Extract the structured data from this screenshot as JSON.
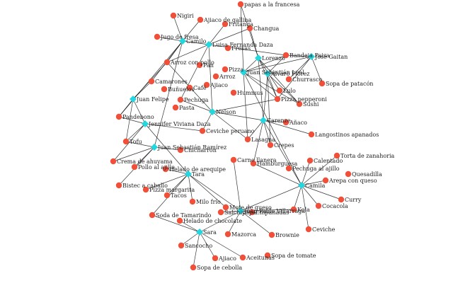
{
  "graph": {
    "colors": {
      "person": "#22d8e0",
      "food": "#f0503a",
      "edge": "#111111",
      "label": "#222222"
    },
    "people": [
      {
        "id": "camilo",
        "label": "Camilo"
      },
      {
        "id": "luisa",
        "label": "Luisa Fernanda Daza"
      },
      {
        "id": "lorenzo",
        "label": "Lorenzo"
      },
      {
        "id": "jose",
        "label": "José Gaitan"
      },
      {
        "id": "juanleal",
        "label": "Juan Sebastián Leal"
      },
      {
        "id": "alvaro",
        "label": "Álvaro Flórez"
      },
      {
        "id": "juanfelipe",
        "label": "Juan Felipe"
      },
      {
        "id": "nelson",
        "label": "Nelson"
      },
      {
        "id": "jennifer",
        "label": "Jennifer Viviana Daza"
      },
      {
        "id": "carenze",
        "label": "Carenze"
      },
      {
        "id": "juanramirez",
        "label": "Juan Sebastián Ramírez"
      },
      {
        "id": "tara",
        "label": "Tara"
      },
      {
        "id": "camila",
        "label": "Camila"
      },
      {
        "id": "juanpablo",
        "label": "Juan Pablo Villarraga"
      },
      {
        "id": "sara",
        "label": "Sara"
      }
    ],
    "foods": [
      {
        "id": "papas",
        "label": "papas a la francesa"
      },
      {
        "id": "nigiri",
        "label": "Nigiri"
      },
      {
        "id": "aji",
        "label": "Ajiaco de gallina"
      },
      {
        "id": "fritanga",
        "label": "Fritanga"
      },
      {
        "id": "changua",
        "label": "Changua"
      },
      {
        "id": "jugo",
        "label": "Jugo de fresa"
      },
      {
        "id": "bandeja",
        "label": "Bandeja Paisa"
      },
      {
        "id": "arroz",
        "label": "Arroz con pollo"
      },
      {
        "id": "sopapatacon",
        "label": "Sopa de patacón"
      },
      {
        "id": "camarones",
        "label": "Camarones"
      },
      {
        "id": "pizzapep",
        "label": "Pizza pepperoni"
      },
      {
        "id": "sushi",
        "label": "Sushi"
      },
      {
        "id": "pandebono",
        "label": "Pandebono"
      },
      {
        "id": "ajiaco2",
        "label": "Ajiaco"
      },
      {
        "id": "langostinos",
        "label": "Langostinos apanados"
      },
      {
        "id": "tofu",
        "label": "Tofu"
      },
      {
        "id": "crepes",
        "label": "Crepes"
      },
      {
        "id": "torta",
        "label": "Torta de zanahoria"
      },
      {
        "id": "crema",
        "label": "Crema de ahuyama"
      },
      {
        "id": "calentado",
        "label": "Calentado"
      },
      {
        "id": "hamburguesa",
        "label": "Hamburguesa"
      },
      {
        "id": "pollo",
        "label": "Pollo al ajillo"
      },
      {
        "id": "quesadilla",
        "label": "Quesadilla"
      },
      {
        "id": "arepa",
        "label": "Arepa con queso"
      },
      {
        "id": "bistec",
        "label": "Bistec a caballo"
      },
      {
        "id": "pizzamarg",
        "label": "Pizza margarita"
      },
      {
        "id": "curry",
        "label": "Curry"
      },
      {
        "id": "tacos",
        "label": "Tacos"
      },
      {
        "id": "cocacola",
        "label": "Cocacola"
      },
      {
        "id": "milo",
        "label": "Milo frío"
      },
      {
        "id": "soda",
        "label": "Soda de Tamarindo"
      },
      {
        "id": "heladochoc",
        "label": "Helado de chocolate"
      },
      {
        "id": "ceviche",
        "label": "Ceviche"
      },
      {
        "id": "mazorca",
        "label": "Mazorca"
      },
      {
        "id": "sancocho",
        "label": "Sancocho"
      },
      {
        "id": "sopatomate",
        "label": "Sopa de tomate"
      },
      {
        "id": "ajiaco3",
        "label": "Ajiaco"
      },
      {
        "id": "aceitunas",
        "label": "Aceitunas"
      },
      {
        "id": "sopacebolla",
        "label": "Sopa de cebolla"
      },
      {
        "id": "ceviche2",
        "label": "Ceviche peruano"
      },
      {
        "id": "lasagna",
        "label": "Lasagna"
      },
      {
        "id": "carnellanera",
        "label": "Carne llanera"
      },
      {
        "id": "chicharron",
        "label": "Chicharrón"
      },
      {
        "id": "pechuga",
        "label": "Pechuga"
      },
      {
        "id": "heladoarequipe",
        "label": "Helado de arequipe"
      },
      {
        "id": "anaco",
        "label": "Añaco"
      },
      {
        "id": "kola",
        "label": "Kola"
      },
      {
        "id": "pechuga2",
        "label": "Pechuga al ajillo"
      },
      {
        "id": "salchipapa",
        "label": "Salchipapa"
      },
      {
        "id": "empanadas",
        "label": "Empanadas"
      },
      {
        "id": "hummus",
        "label": "Hummus"
      },
      {
        "id": "brownie",
        "label": "Brownie"
      },
      {
        "id": "mote",
        "label": "Mote de queso"
      },
      {
        "id": "arroz2",
        "label": "Arroz"
      },
      {
        "id": "pan",
        "label": "Pan"
      },
      {
        "id": "pizza",
        "label": "Pizza"
      },
      {
        "id": "lulo",
        "label": "Lulo"
      },
      {
        "id": "churrasco",
        "label": "Churrasco"
      },
      {
        "id": "bunuelos",
        "label": "Buñuelos"
      },
      {
        "id": "pasta",
        "label": "Pasta"
      },
      {
        "id": "cafe",
        "label": "Café"
      },
      {
        "id": "fresas",
        "label": "Fresas"
      }
    ],
    "edges": [
      [
        "camilo",
        "jugo"
      ],
      [
        "camilo",
        "nigiri"
      ],
      [
        "camilo",
        "aji"
      ],
      [
        "camilo",
        "arroz"
      ],
      [
        "camilo",
        "camarones"
      ],
      [
        "camilo",
        "pandebono"
      ],
      [
        "camilo",
        "luisa"
      ],
      [
        "luisa",
        "fritanga"
      ],
      [
        "luisa",
        "changua"
      ],
      [
        "luisa",
        "bandeja"
      ],
      [
        "luisa",
        "arroz"
      ],
      [
        "luisa",
        "pechuga"
      ],
      [
        "lorenzo",
        "papas"
      ],
      [
        "lorenzo",
        "changua"
      ],
      [
        "lorenzo",
        "pizzapep"
      ],
      [
        "lorenzo",
        "sushi"
      ],
      [
        "lorenzo",
        "lulo"
      ],
      [
        "jose",
        "bandeja"
      ],
      [
        "jose",
        "sopapatacon"
      ],
      [
        "jose",
        "pizzapep"
      ],
      [
        "jose",
        "churrasco"
      ],
      [
        "juanleal",
        "papas"
      ],
      [
        "juanleal",
        "bandeja"
      ],
      [
        "juanleal",
        "sushi"
      ],
      [
        "juanleal",
        "lasagna"
      ],
      [
        "juanleal",
        "pizzapep"
      ],
      [
        "alvaro",
        "bandeja"
      ],
      [
        "alvaro",
        "sushi"
      ],
      [
        "alvaro",
        "crepes"
      ],
      [
        "alvaro",
        "pizzapep"
      ],
      [
        "juanfelipe",
        "pandebono"
      ],
      [
        "juanfelipe",
        "camarones"
      ],
      [
        "juanfelipe",
        "tofu"
      ],
      [
        "juanfelipe",
        "arroz"
      ],
      [
        "nelson",
        "ceviche2"
      ],
      [
        "nelson",
        "lasagna"
      ],
      [
        "nelson",
        "pechuga"
      ],
      [
        "nelson",
        "pizzapep"
      ],
      [
        "nelson",
        "arroz"
      ],
      [
        "jennifer",
        "pandebono"
      ],
      [
        "jennifer",
        "tofu"
      ],
      [
        "jennifer",
        "crema"
      ],
      [
        "jennifer",
        "ceviche2"
      ],
      [
        "carenze",
        "lasagna"
      ],
      [
        "carenze",
        "anaco"
      ],
      [
        "carenze",
        "crepes"
      ],
      [
        "carenze",
        "langostinos"
      ],
      [
        "carenze",
        "hamburguesa"
      ],
      [
        "juanramirez",
        "crema"
      ],
      [
        "juanramirez",
        "pollo"
      ],
      [
        "juanramirez",
        "bistec"
      ],
      [
        "juanramirez",
        "tofu"
      ],
      [
        "juanramirez",
        "chicharron"
      ],
      [
        "tara",
        "heladoarequipe"
      ],
      [
        "tara",
        "pizzamarg"
      ],
      [
        "tara",
        "tacos"
      ],
      [
        "tara",
        "milo"
      ],
      [
        "tara",
        "soda"
      ],
      [
        "tara",
        "mote"
      ],
      [
        "camila",
        "calentado"
      ],
      [
        "camila",
        "torta"
      ],
      [
        "camila",
        "arepa"
      ],
      [
        "camila",
        "curry"
      ],
      [
        "camila",
        "cocacola"
      ],
      [
        "camila",
        "kola"
      ],
      [
        "camila",
        "hamburguesa"
      ],
      [
        "camila",
        "ceviche"
      ],
      [
        "juanpablo",
        "carnellanera"
      ],
      [
        "juanpablo",
        "empanadas"
      ],
      [
        "juanpablo",
        "mazorca"
      ],
      [
        "juanpablo",
        "brownie"
      ],
      [
        "juanpablo",
        "salchipapa"
      ],
      [
        "juanpablo",
        "kola"
      ],
      [
        "sara",
        "sancocho"
      ],
      [
        "sara",
        "ajiaco3"
      ],
      [
        "sara",
        "sopacebolla"
      ],
      [
        "sara",
        "heladochoc"
      ],
      [
        "sara",
        "soda"
      ],
      [
        "sara",
        "aceitunas"
      ],
      [
        "lorenzo",
        "juanleal"
      ],
      [
        "juanleal",
        "camila"
      ],
      [
        "luisa",
        "nelson"
      ],
      [
        "nelson",
        "carenze"
      ],
      [
        "camilo",
        "juanramirez"
      ],
      [
        "jennifer",
        "tara"
      ],
      [
        "tara",
        "juanpablo"
      ],
      [
        "juanpablo",
        "sara"
      ],
      [
        "camila",
        "juanpablo"
      ],
      [
        "carenze",
        "camila"
      ],
      [
        "juanfelipe",
        "jennifer"
      ],
      [
        "lorenzo",
        "carenze"
      ],
      [
        "jose",
        "juanleal"
      ],
      [
        "alvaro",
        "carenze"
      ]
    ]
  }
}
